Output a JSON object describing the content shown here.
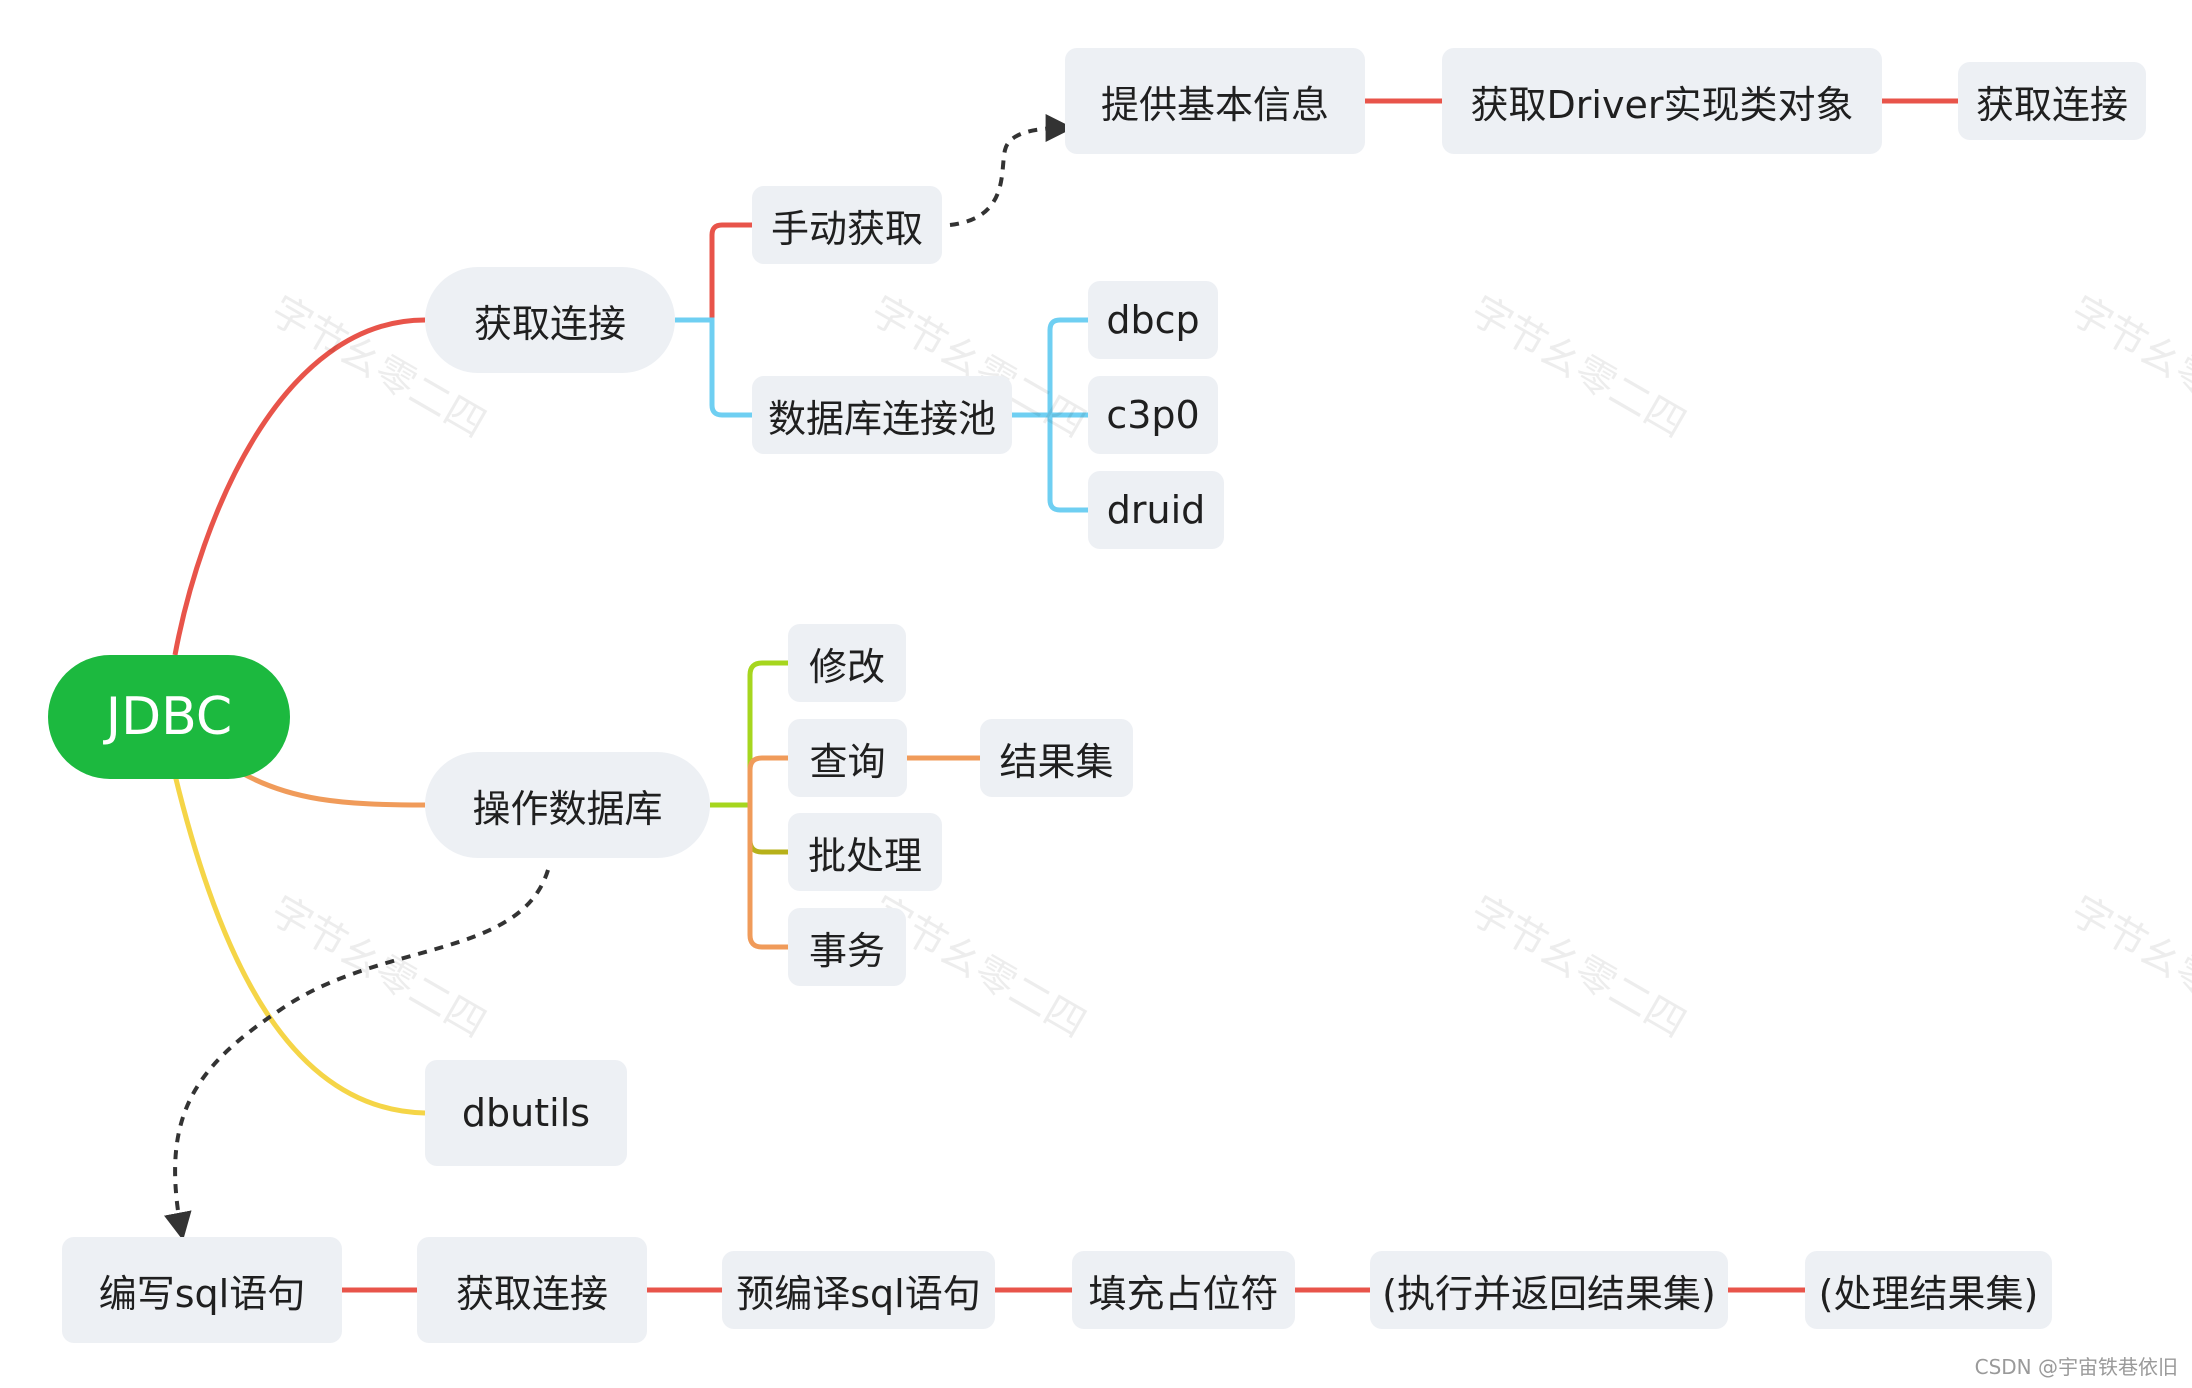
{
  "root": {
    "label": "JDBC"
  },
  "branches": {
    "connect": {
      "label": "获取连接",
      "manual": {
        "label": "手动获取",
        "steps": [
          "提供基本信息",
          "获取Driver实现类对象",
          "获取连接"
        ]
      },
      "pool": {
        "label": "数据库连接池",
        "items": [
          "dbcp",
          "c3p0",
          "druid"
        ]
      }
    },
    "operate": {
      "label": "操作数据库",
      "items": [
        "修改",
        "查询",
        "批处理",
        "事务"
      ],
      "query_result": "结果集"
    },
    "dbutils": {
      "label": "dbutils"
    }
  },
  "flow": [
    "编写sql语句",
    "获取连接",
    "预编译sql语句",
    "填充占位符",
    "(执行并返回结果集)",
    "(处理结果集)"
  ],
  "watermark": "字节幺零二四",
  "credit": "CSDN @宇宙铁巷依旧",
  "colors": {
    "root": "#1cb93f",
    "red": "#e8544a",
    "blue": "#6fcff2",
    "orange": "#f09b5a",
    "yellow": "#f5d547",
    "lime": "#a6d61e",
    "olive": "#b7b11a",
    "node_bg": "#edf0f4"
  }
}
